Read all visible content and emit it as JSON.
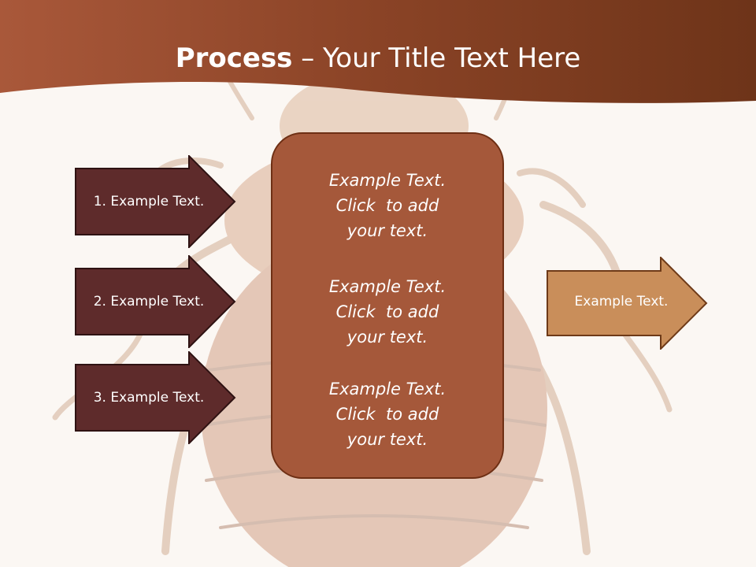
{
  "title": {
    "bold": "Process",
    "rest": " – Your Title Text Here"
  },
  "left_arrows": [
    {
      "label": "1. Example Text."
    },
    {
      "label": "2. Example Text."
    },
    {
      "label": "3. Example Text."
    }
  ],
  "center_box": {
    "blocks": [
      {
        "line1": "Example Text.",
        "line2": "Click  to add",
        "line3": "your text."
      },
      {
        "line1": "Example Text.",
        "line2": "Click  to add",
        "line3": "your text."
      },
      {
        "line1": "Example Text.",
        "line2": "Click  to add",
        "line3": "your text."
      }
    ]
  },
  "right_arrow": {
    "label": "Example Text."
  },
  "colors": {
    "header": "#a45b35",
    "left_arrow_fill": "#5e2b2b",
    "center_fill": "#a5583a",
    "right_arrow_fill": "#c98e5a",
    "background": "#fbf7f3"
  }
}
